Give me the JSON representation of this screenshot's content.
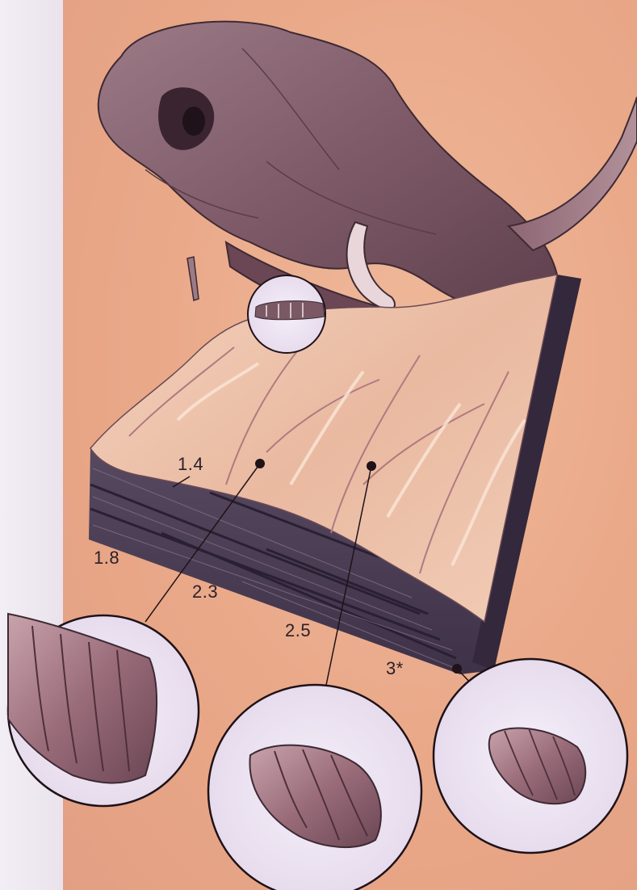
{
  "layers": [
    {
      "id": "layer-1",
      "label": "1.4"
    },
    {
      "id": "layer-2",
      "label": "1.8"
    },
    {
      "id": "layer-3",
      "label": "2.3"
    },
    {
      "id": "layer-4",
      "label": "2.5"
    },
    {
      "id": "layer-5",
      "label": "3*"
    }
  ],
  "colors": {
    "background": "#e9a888",
    "strip": "#ece5ef",
    "skull": "#8a6470",
    "strata_dark": "#4b3e58",
    "callout": "#efe7f2"
  }
}
